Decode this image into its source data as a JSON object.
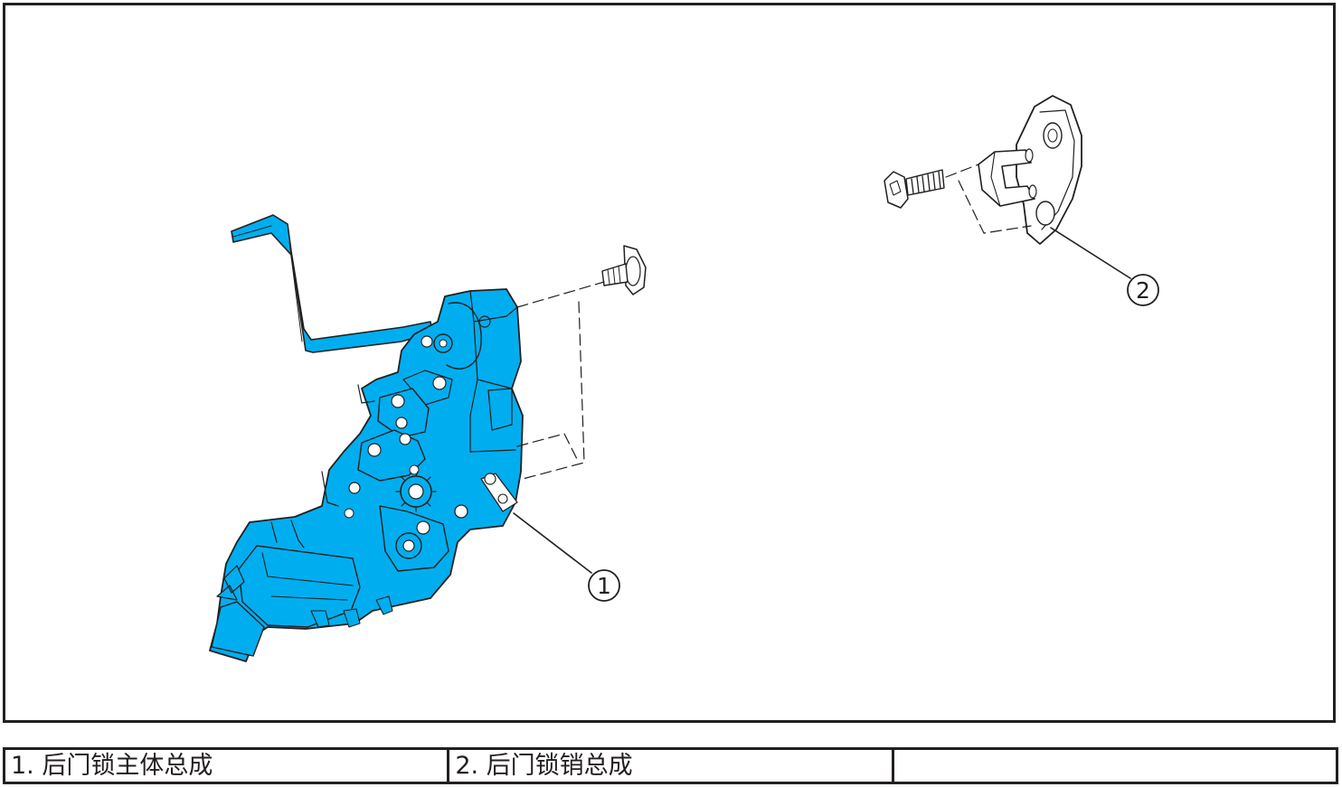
{
  "figure": {
    "callouts": [
      {
        "id": "1",
        "label": "1"
      },
      {
        "id": "2",
        "label": "2"
      }
    ],
    "colors": {
      "highlight": "#00aeef",
      "line": "#231f20",
      "part_gray": "#ffffff"
    }
  },
  "legend": {
    "items": [
      {
        "text": "1. 后门锁主体总成"
      },
      {
        "text": "2. 后门锁销总成"
      },
      {
        "text": ""
      }
    ]
  }
}
